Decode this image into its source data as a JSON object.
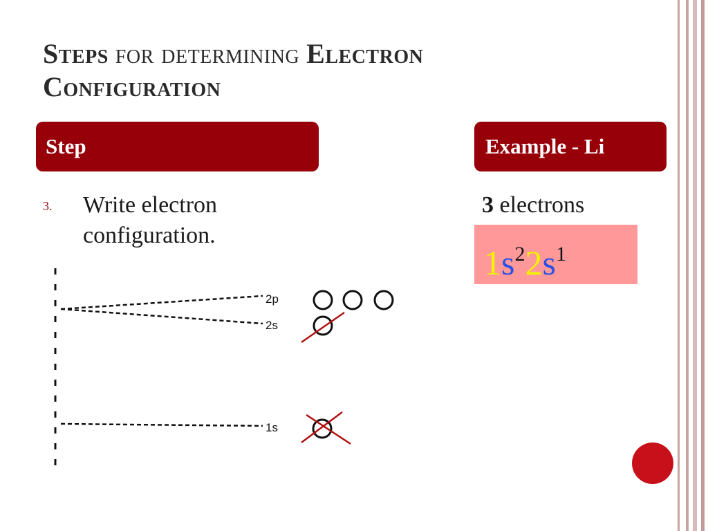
{
  "slide": {
    "title": {
      "w1_cap": "S",
      "w1_rest": "teps",
      "w2": "for determining",
      "w3_cap": "E",
      "w3_rest": "lectron",
      "w4_cap": "C",
      "w4_rest": "onfiguration"
    },
    "step_header": "Step",
    "example_header": "Example - Li",
    "step": {
      "number": "3.",
      "text": "Write electron configuration."
    },
    "example": {
      "electron_count": "3",
      "electron_label": " electrons",
      "config": {
        "n1": "1",
        "s1": "s",
        "e1": "2",
        "n2": "2",
        "s2": "s",
        "e2": "1"
      }
    },
    "diagram": {
      "levels": [
        "2p",
        "2s",
        "1s"
      ]
    }
  },
  "colors": {
    "header_bg": "#970008",
    "config_bg": "#ff9999",
    "number_color": "#f2f200",
    "orbital_color": "#2a50e8",
    "cross_color": "#b01010",
    "stripe_color": "#c9a3a3"
  }
}
